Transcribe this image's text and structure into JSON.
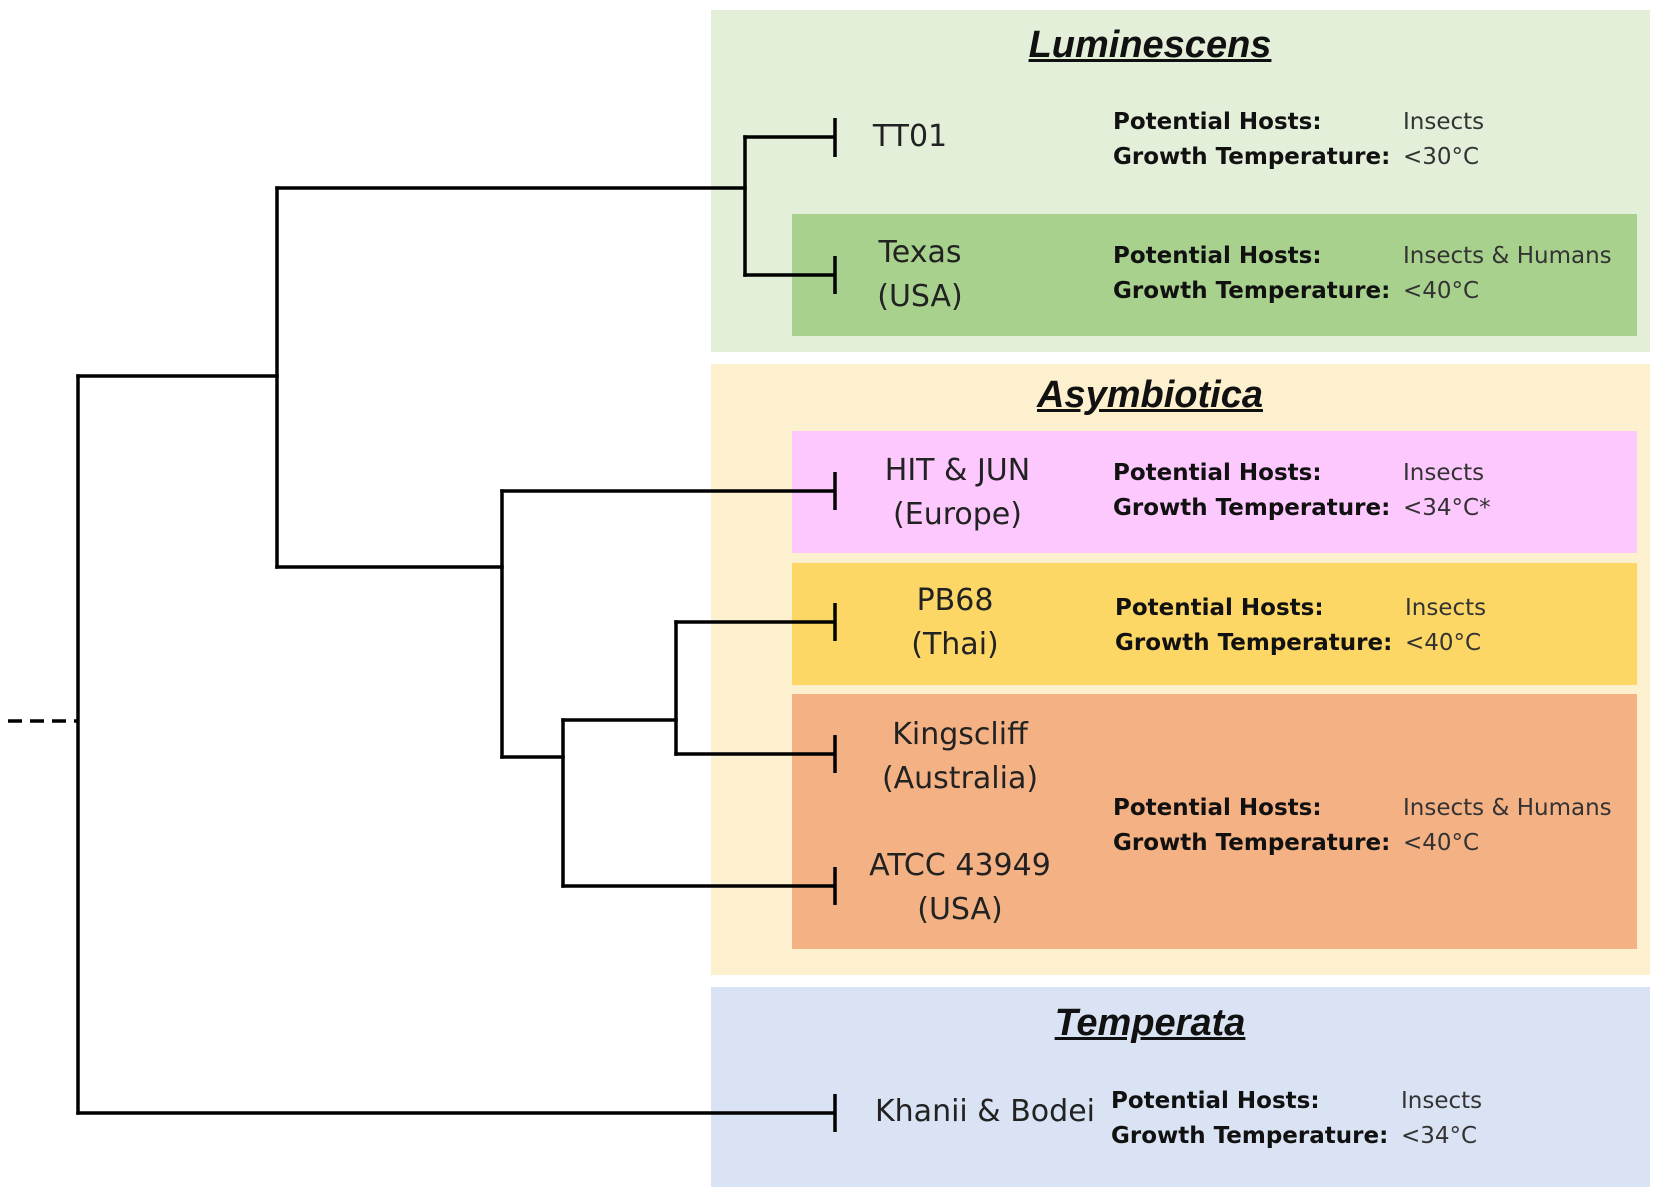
{
  "groups": [
    {
      "name": "Luminescens",
      "color": "#e3efd9"
    },
    {
      "name": "Asymbiotica",
      "color": "#fdf0cf"
    },
    {
      "name": "Temperata",
      "color": "#dae3f3"
    }
  ],
  "labels": {
    "hosts": "Potential Hosts:",
    "temp": "Growth Temperature:"
  },
  "strains": [
    {
      "line1": "TT01",
      "line2": "",
      "hosts": "Insects",
      "temp": "<30°C",
      "color": ""
    },
    {
      "line1": "Texas",
      "line2": "(USA)",
      "hosts": "Insects & Humans",
      "temp": "<40°C",
      "color": "#a9d18e"
    },
    {
      "line1": "HIT & JUN",
      "line2": "(Europe)",
      "hosts": "Insects",
      "temp": "<34°C*",
      "color": "#fdc8fd"
    },
    {
      "line1": "PB68",
      "line2": "(Thai)",
      "hosts": "Insects",
      "temp": "<40°C",
      "color": "#fcd766"
    },
    {
      "line1": "Kingscliff",
      "line2": "(Australia)",
      "hosts": "Insects & Humans",
      "temp": "<40°C",
      "color": "#f4b183"
    },
    {
      "line1": "ATCC 43949",
      "line2": "(USA)",
      "hosts": "",
      "temp": "",
      "color": ""
    },
    {
      "line1": "Khanii & Bodei",
      "line2": "",
      "hosts": "Insects",
      "temp": "<34°C",
      "color": ""
    }
  ]
}
